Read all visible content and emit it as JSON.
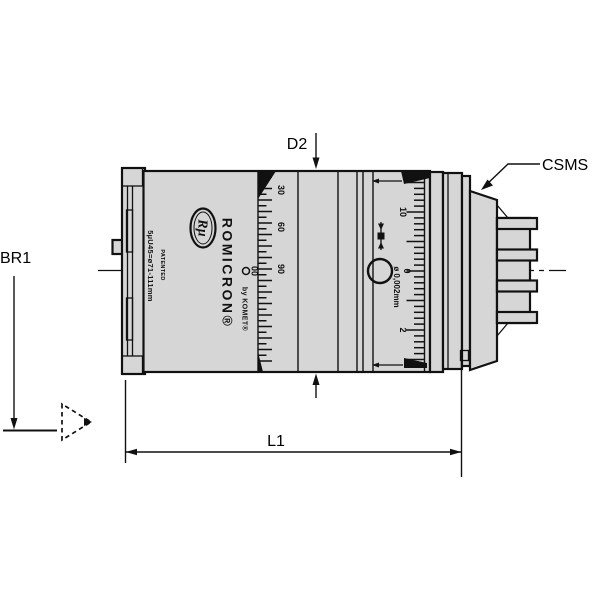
{
  "labels": {
    "d2": "D2",
    "csms": "CSMS",
    "br1": "BR1",
    "l1": "L1"
  },
  "tool": {
    "model_text": "5µU45=ø71-111mm",
    "patented_text": "PATENTED",
    "logo_monogram": "Rµ",
    "brand_text": "ROMICRON®",
    "brand_by_text": "by KOMET®",
    "body_zero_mark": "00"
  },
  "left_scale": {
    "numbers": [
      "30",
      "60",
      "90"
    ]
  },
  "right_dial": {
    "numbers": [
      "10",
      "0",
      "2"
    ],
    "zero_mark": "00",
    "graduation_text": "ø 0,002mm"
  },
  "colors": {
    "body_fill": "#d6d6d6",
    "line": "#111111",
    "background": "#ffffff"
  }
}
